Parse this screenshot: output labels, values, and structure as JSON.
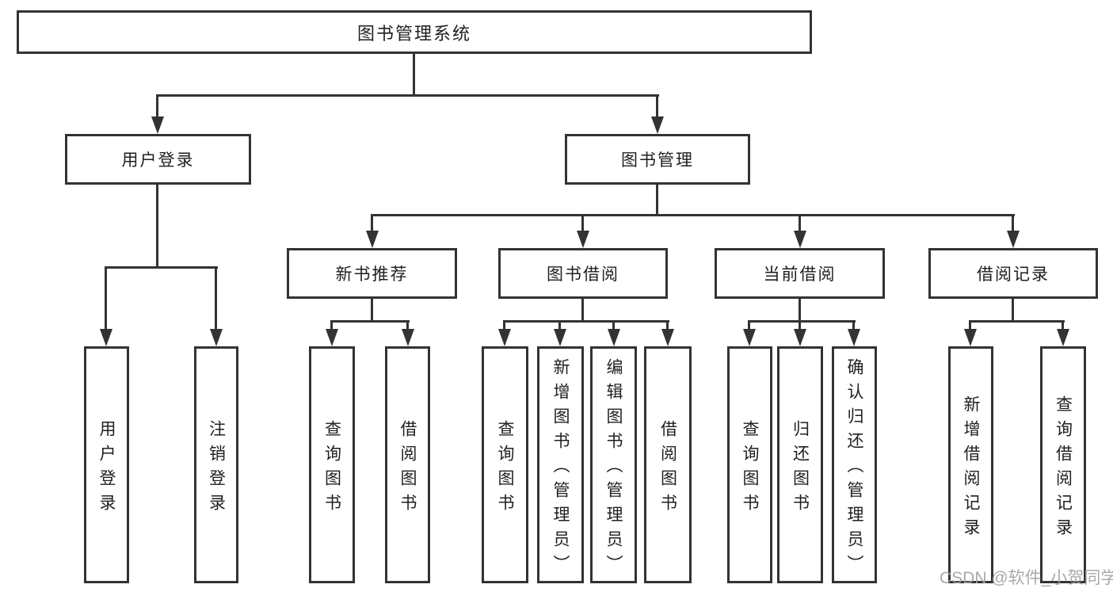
{
  "nodes": {
    "root": {
      "label": "图书管理系统"
    },
    "user_login": {
      "label": "用户登录"
    },
    "book_management": {
      "label": "图书管理"
    },
    "new_book_recommend": {
      "label": "新书推荐"
    },
    "book_borrow": {
      "label": "图书借阅"
    },
    "current_borrow": {
      "label": "当前借阅"
    },
    "borrow_record": {
      "label": "借阅记录"
    },
    "leaf_user_login": {
      "label": "用户登录"
    },
    "leaf_logout": {
      "label": "注销登录"
    },
    "leaf_nbr_query_book": {
      "label": "查询图书"
    },
    "leaf_nbr_borrow_book": {
      "label": "借阅图书"
    },
    "leaf_bb_query_book": {
      "label": "查询图书"
    },
    "leaf_bb_add_book": {
      "label": "新增图书（管理员）"
    },
    "leaf_bb_edit_book": {
      "label": "编辑图书（管理员）"
    },
    "leaf_bb_borrow_book": {
      "label": "借阅图书"
    },
    "leaf_cb_query_book": {
      "label": "查询图书"
    },
    "leaf_cb_return_book": {
      "label": "归还图书"
    },
    "leaf_cb_confirm_return": {
      "label": "确认归还（管理员）"
    },
    "leaf_br_add_record": {
      "label": "新增借阅记录"
    },
    "leaf_br_query_record": {
      "label": "查询借阅记录"
    }
  },
  "watermark": {
    "text": "CSDN @软件_小贺同学"
  },
  "colors": {
    "line": "#333333",
    "text": "#1f1f1f",
    "background": "#ffffff",
    "watermark": "#a0a0a0"
  }
}
